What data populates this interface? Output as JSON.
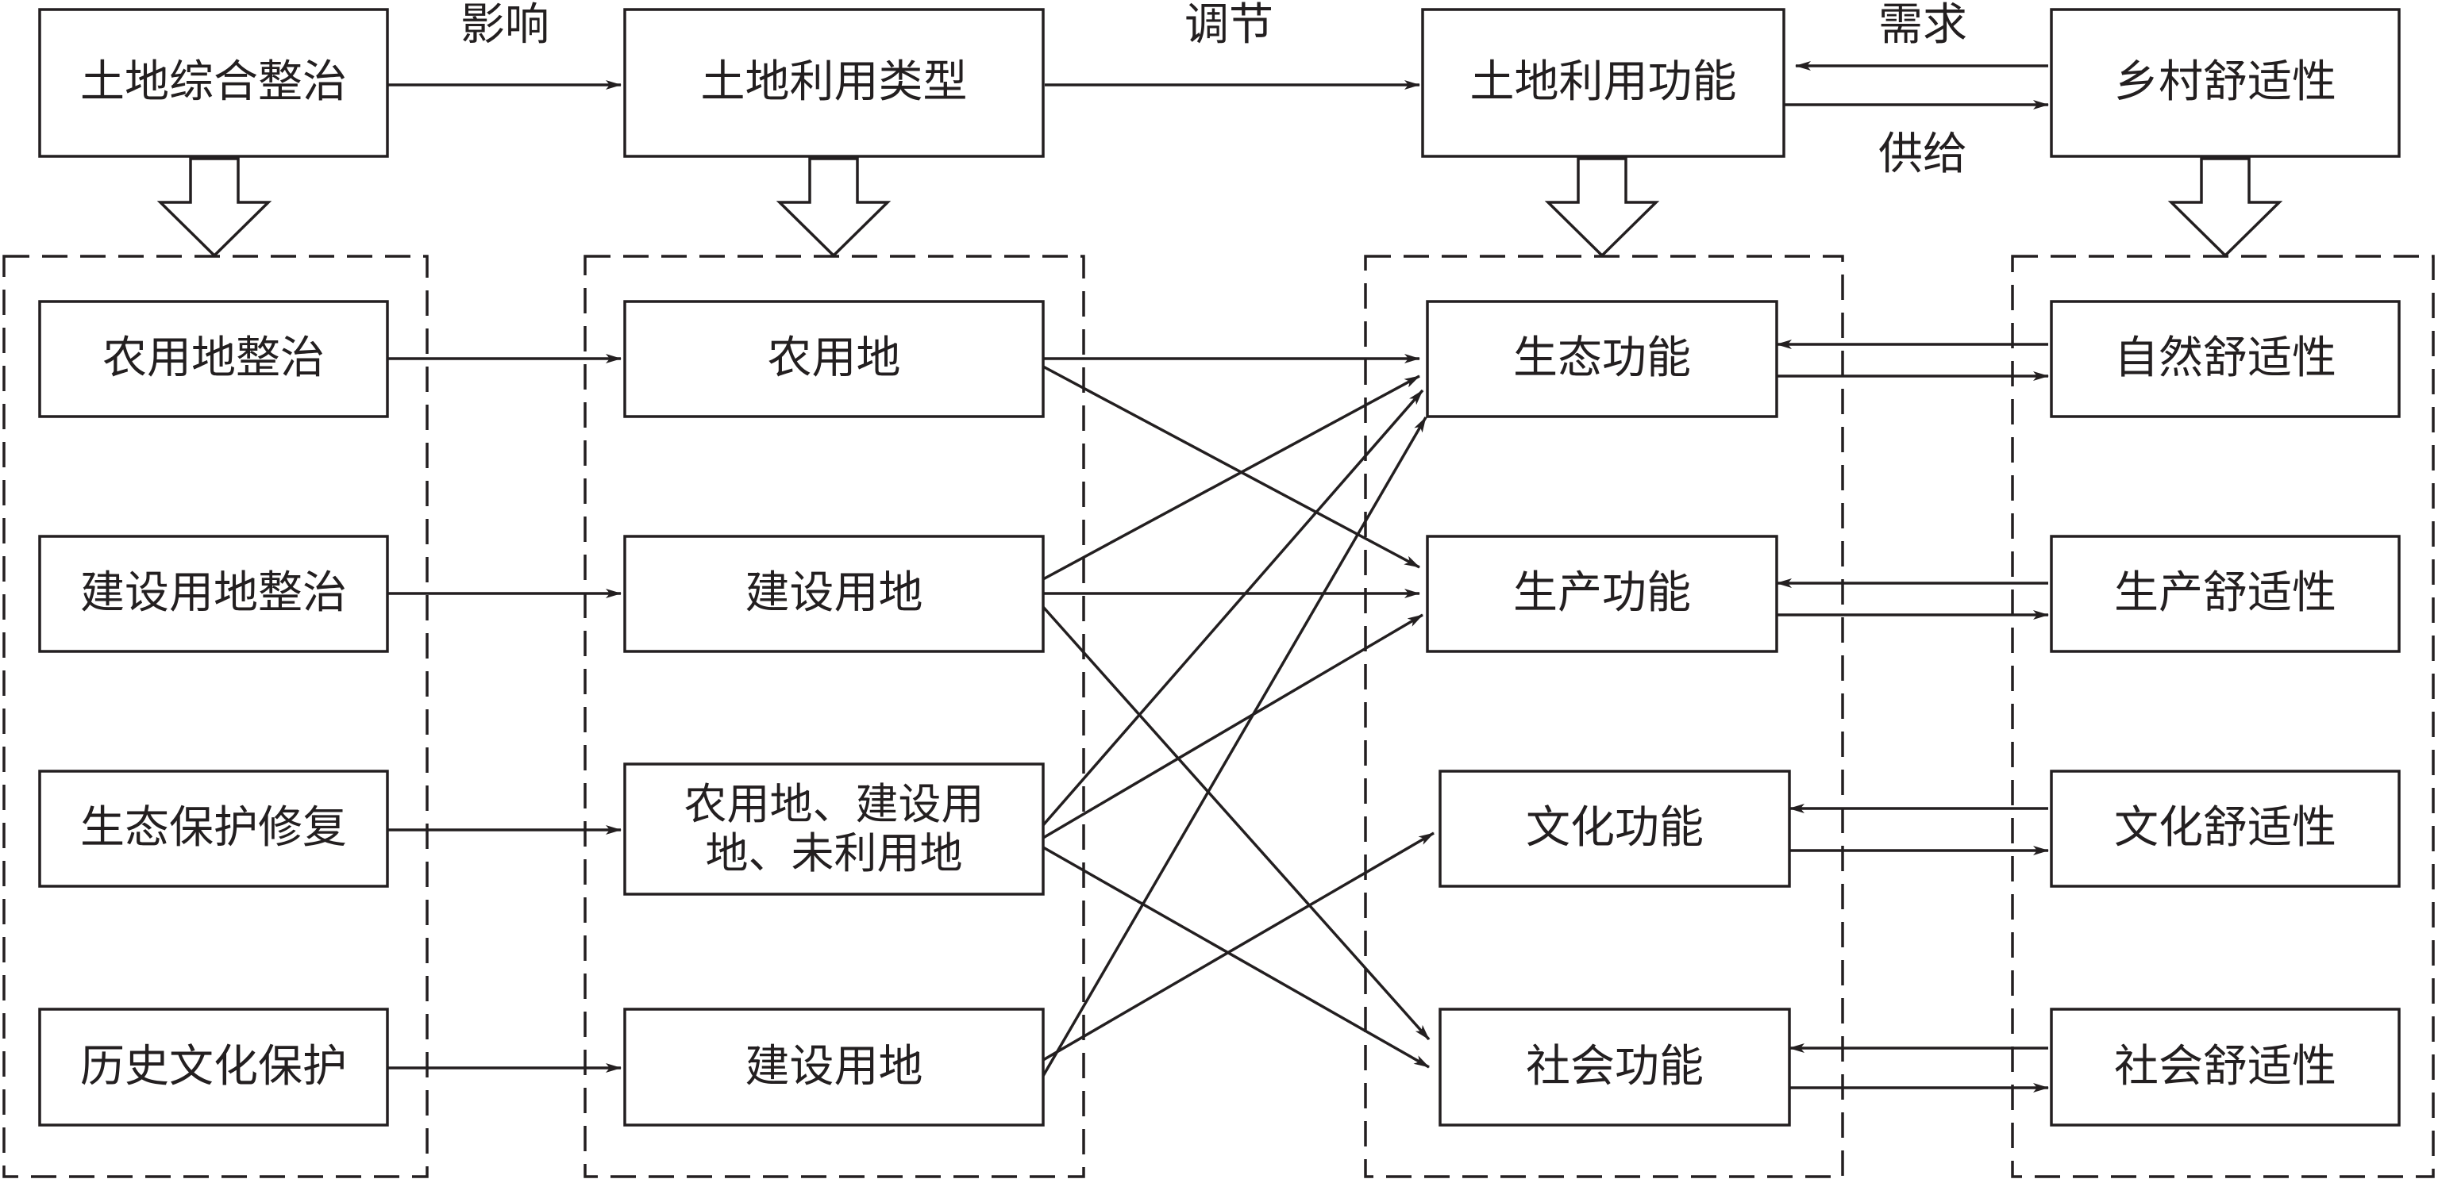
{
  "top_row": {
    "整治": "土地综合整治",
    "类型": "土地利用类型",
    "功能": "土地利用功能",
    "舒适": "乡村舒适性"
  },
  "edge_labels": {
    "influence": "影响",
    "regulate": "调节",
    "demand": "需求",
    "supply": "供给"
  },
  "col1": [
    "农用地整治",
    "建设用地整治",
    "生态保护修复",
    "历史文化保护"
  ],
  "col2": [
    "农用地",
    "建设用地",
    "农用地、建设用地、未利用地",
    "建设用地"
  ],
  "col3": [
    "生态功能",
    "生产功能",
    "文化功能",
    "社会功能"
  ],
  "col4": [
    "自然舒适性",
    "生产舒适性",
    "文化舒适性",
    "社会舒适性"
  ]
}
